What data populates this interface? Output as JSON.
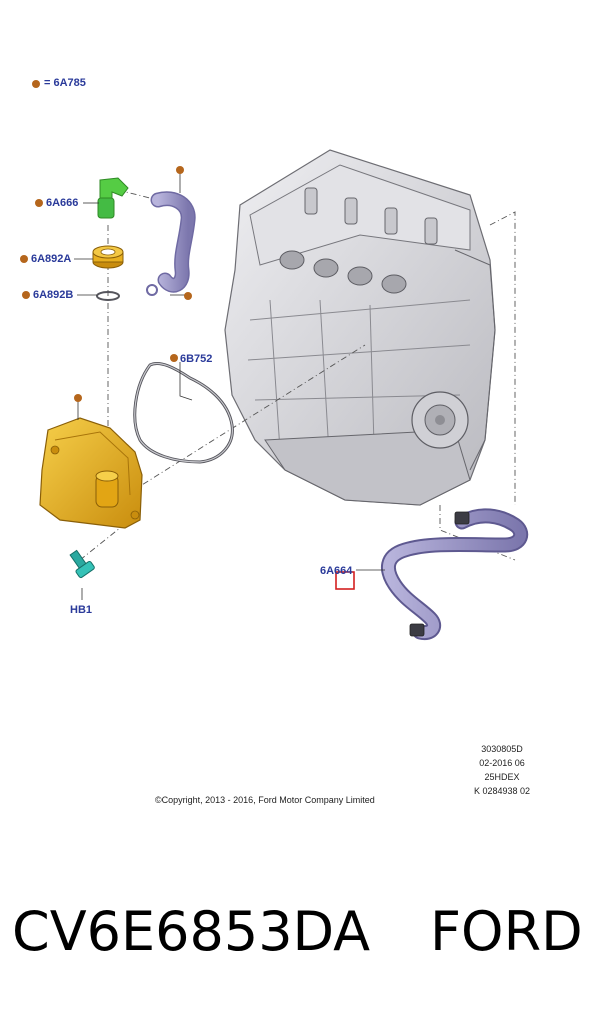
{
  "legend": {
    "label": "= 6A785"
  },
  "callouts": {
    "hose_dot": "",
    "p6a666": "6A666",
    "p6a892a": "6A892A",
    "p6a892b": "6A892B",
    "p6b752": "6B752",
    "hb1": "HB1",
    "p6a664": "6A664"
  },
  "metadata": {
    "line1": "3030805D",
    "line2": "02-2016 06",
    "line3": "25HDEX",
    "line4": "K 0284938 02"
  },
  "copyright": "©Copyright, 2013 - 2016, Ford Motor Company Limited",
  "caption": {
    "part_number": "CV6E6853DA",
    "brand": "FORD"
  },
  "colors": {
    "label_blue": "#2a3a9a",
    "dot_brown": "#b5661c",
    "engine_gray": "#d8d8dc",
    "hose_purple": "#9c97c8",
    "housing_yellow": "#e8b020",
    "connector_green": "#44bb44",
    "bolt_teal": "#2aa9a0",
    "highlight_red": "#d42020"
  }
}
